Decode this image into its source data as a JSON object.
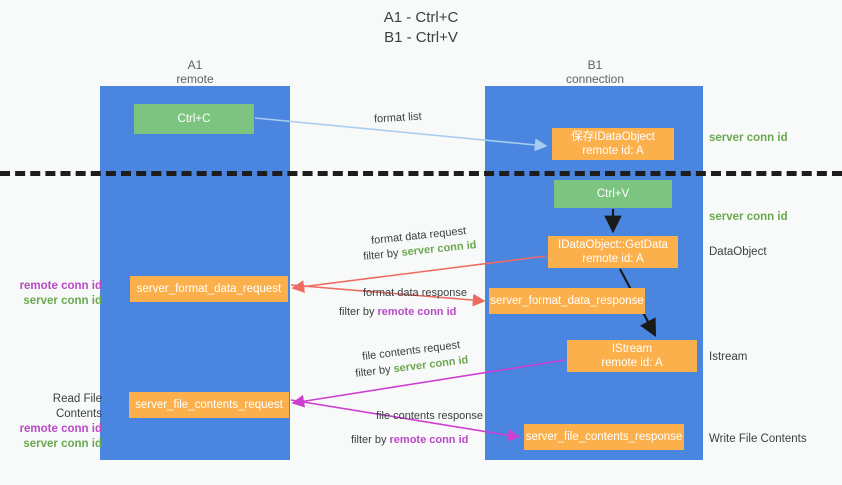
{
  "title": {
    "line1": "A1 - Ctrl+C",
    "line2": "B1 - Ctrl+V"
  },
  "columns": [
    {
      "id": "a1",
      "name": "A1",
      "role": "remote"
    },
    {
      "id": "b1",
      "name": "B1",
      "role": "connection"
    }
  ],
  "colors": {
    "lane": "#4a86e0",
    "green_box": "#7cc47f",
    "orange_box": "#fbb04c",
    "server_conn": "#6aa84f",
    "remote_conn": "#b84ac6",
    "background": "#f8f9f9",
    "dashed_line": "#1d1d1d",
    "arrow_format_list": "#a8cdf0",
    "arrow_format_data": "#ef6b62",
    "arrow_file_contents": "#cc3fd0",
    "arrow_internal": "#1a1a1a"
  },
  "boxes": {
    "ctrl_c": "Ctrl+C",
    "ctrl_v": "Ctrl+V",
    "save_idataobject_l1": "保存IDataObject",
    "save_idataobject_l2": "remote id: A",
    "getdata_l1": "IDataObject::GetData",
    "getdata_l2": "remote id: A",
    "istream_l1": "IStream",
    "istream_l2": "remote id: A",
    "server_format_data_request": "server_format_data_request",
    "server_format_data_response": "server_format_data_response",
    "server_file_contents_request": "server_file_contents_request",
    "server_file_contents_response": "server_file_contents_response"
  },
  "edge_labels": {
    "format_list": "format list",
    "format_data_request": "format data request",
    "format_data_request_filter_prefix": "filter by ",
    "format_data_request_filter_key": "server conn id",
    "format_data_response": "format data response",
    "format_data_response_filter_prefix": "filter by ",
    "format_data_response_filter_key": "remote conn id",
    "file_contents_request": "file contents request",
    "file_contents_request_filter_prefix": "filter by ",
    "file_contents_request_filter_key": "server conn id",
    "file_contents_response": "file contents response",
    "file_contents_response_filter_prefix": "filter by ",
    "file_contents_response_filter_key": "remote conn id"
  },
  "side_notes": {
    "right": {
      "server_conn_id_top": "server conn id",
      "server_conn_id_mid": "server conn id",
      "dataobject": "DataObject",
      "istream": "Istream",
      "write_file_contents": "Write File Contents"
    },
    "left": {
      "read_file_contents": "Read File Contents",
      "remote_conn_id_a": "remote conn id",
      "server_conn_id_a": "server conn id",
      "remote_conn_id_b": "remote conn id",
      "server_conn_id_b": "server conn id"
    }
  }
}
